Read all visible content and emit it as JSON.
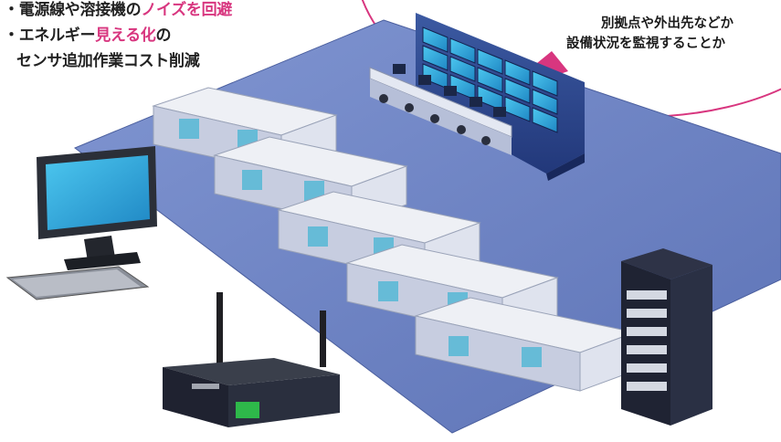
{
  "bullets": {
    "line1_prefix": "・電源線や溶接機の",
    "line1_highlight": "ノイズを回避",
    "line2_prefix": "・エネルギー",
    "line2_highlight": "見える化",
    "line2_suffix": "の",
    "line3": "センサ追加作業コスト削減"
  },
  "bubble": {
    "line1": "別拠点や外出先などか",
    "line2": "設備状況を監視することか"
  },
  "colors": {
    "highlight": "#d8367f",
    "floor": "#6f84c4",
    "bubble_border": "#d8367f",
    "control_wall": "#2f4a8e",
    "screen": "#2aa7d8"
  },
  "icons": [
    "factory-floor-illustration",
    "control-room-video-wall",
    "monitor-icon",
    "keyboard-icon",
    "wireless-router-icon",
    "server-rack-icon",
    "production-line-machine-icon"
  ]
}
